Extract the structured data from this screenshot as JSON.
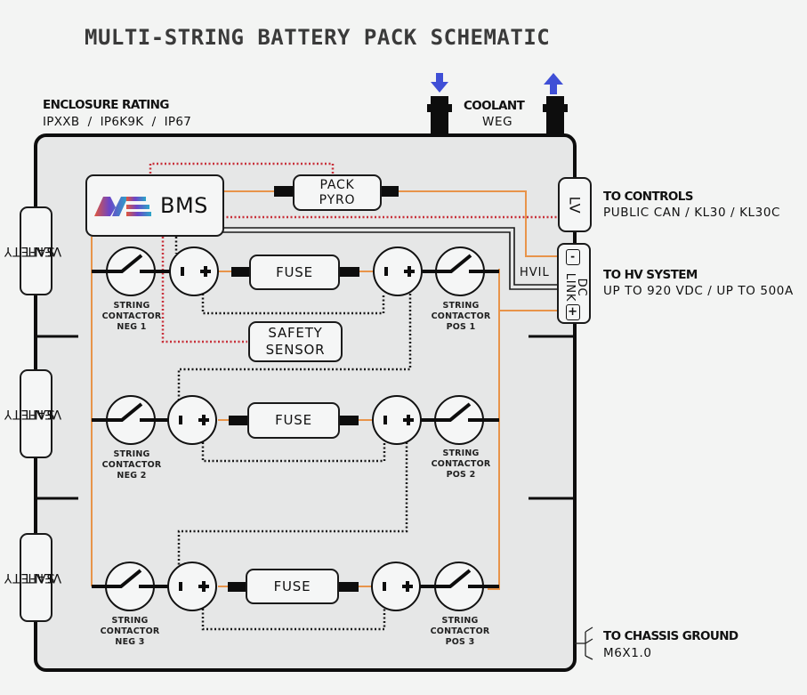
{
  "title": "MULTI-STRING BATTERY PACK SCHEMATIC",
  "enclosure": {
    "heading": "ENCLOSURE RATING",
    "value": "IPXXB  /  IP6K9K  /  IP67"
  },
  "coolant": {
    "heading": "COOLANT",
    "value": "WEG",
    "inlet_icon": "arrow-down-icon",
    "outlet_icon": "arrow-up-icon",
    "arrow_color": "#3f4fd6"
  },
  "bms": {
    "label": "BMS",
    "logo": "me-logo"
  },
  "pack_pyro": {
    "line1": "PACK",
    "line2": "PYRO"
  },
  "safety_sensor": {
    "line1": "SAFETY",
    "line2": "SENSOR"
  },
  "safety_vents": [
    {
      "line1": "SAFETY",
      "line2": "VENT"
    },
    {
      "line1": "SAFETY",
      "line2": "VENT"
    },
    {
      "line1": "SAFETY",
      "line2": "VENT"
    }
  ],
  "connectors": {
    "lv": "LV",
    "dc_link": {
      "line1": "DC",
      "line2": "LINK",
      "minus": "-",
      "plus": "+"
    },
    "hvil": "HVIL"
  },
  "external": {
    "controls": {
      "heading": "TO CONTROLS",
      "value": "PUBLIC CAN / KL30 / KL30C"
    },
    "hv_system": {
      "heading": "TO HV SYSTEM",
      "value": "UP TO 920 VDC / UP TO 500A"
    },
    "chassis": {
      "heading": "TO CHASSIS GROUND",
      "value": "M6X1.0"
    }
  },
  "strings": [
    {
      "fuse": "FUSE",
      "neg": {
        "l1": "STRING",
        "l2": "CONTACTOR",
        "l3": "NEG 1"
      },
      "pos": {
        "l1": "STRING",
        "l2": "CONTACTOR",
        "l3": "POS 1"
      }
    },
    {
      "fuse": "FUSE",
      "neg": {
        "l1": "STRING",
        "l2": "CONTACTOR",
        "l3": "NEG 2"
      },
      "pos": {
        "l1": "STRING",
        "l2": "CONTACTOR",
        "l3": "POS 2"
      }
    },
    {
      "fuse": "FUSE",
      "neg": {
        "l1": "STRING",
        "l2": "CONTACTOR",
        "l3": "NEG 3"
      },
      "pos": {
        "l1": "STRING",
        "l2": "CONTACTOR",
        "l3": "POS 3"
      }
    }
  ],
  "colors": {
    "hv_wire": "#e8944a",
    "safety_loop": "#c8303a",
    "signal": "#1a1a1a",
    "enclosure_fill": "#e6e7e7"
  }
}
